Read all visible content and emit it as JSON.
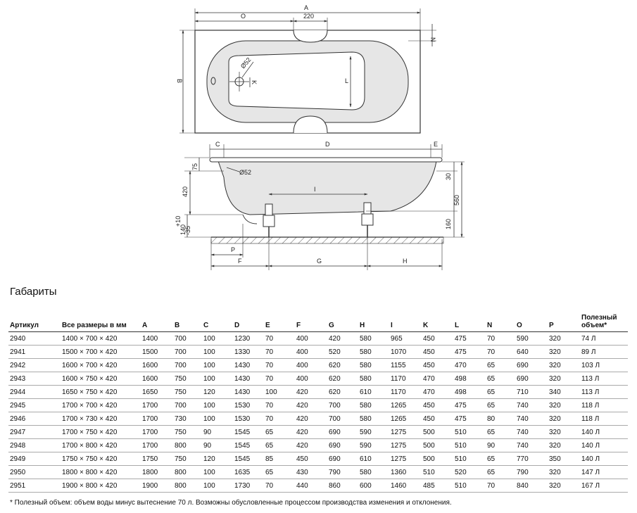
{
  "diagram": {
    "top_view": {
      "dim_A": "A",
      "dim_O": "O",
      "dim_220": "220",
      "dim_N": "N",
      "dim_B": "B",
      "dim_K": "K",
      "dim_L": "L",
      "dim_phi52": "Ø52"
    },
    "side_view": {
      "dim_C": "C",
      "dim_D": "D",
      "dim_E": "E",
      "dim_75": "75",
      "dim_phi52": "Ø52",
      "dim_420": "420",
      "dim_I": "I",
      "dim_30": "30",
      "dim_560": "560",
      "dim_140": "140",
      "dim_35": "-35",
      "dim_10": "+10",
      "dim_160": "160",
      "dim_P": "P",
      "dim_F": "F",
      "dim_G": "G",
      "dim_H": "H"
    }
  },
  "section_title": "Габариты",
  "table": {
    "headers": [
      "Артикул",
      "Все размеры в мм",
      "A",
      "B",
      "C",
      "D",
      "E",
      "F",
      "G",
      "H",
      "I",
      "K",
      "L",
      "N",
      "O",
      "P",
      "Полезный объем*"
    ],
    "rows": [
      [
        "2940",
        "1400 × 700 × 420",
        "1400",
        "700",
        "100",
        "1230",
        "70",
        "400",
        "420",
        "580",
        "965",
        "450",
        "475",
        "70",
        "590",
        "320",
        "74 Л"
      ],
      [
        "2941",
        "1500 × 700 × 420",
        "1500",
        "700",
        "100",
        "1330",
        "70",
        "400",
        "520",
        "580",
        "1070",
        "450",
        "475",
        "70",
        "640",
        "320",
        "89 Л"
      ],
      [
        "2942",
        "1600 × 700 × 420",
        "1600",
        "700",
        "100",
        "1430",
        "70",
        "400",
        "620",
        "580",
        "1155",
        "450",
        "470",
        "65",
        "690",
        "320",
        "103 Л"
      ],
      [
        "2943",
        "1600 × 750 × 420",
        "1600",
        "750",
        "100",
        "1430",
        "70",
        "400",
        "620",
        "580",
        "1170",
        "470",
        "498",
        "65",
        "690",
        "320",
        "113 Л"
      ],
      [
        "2944",
        "1650 × 750 × 420",
        "1650",
        "750",
        "120",
        "1430",
        "100",
        "420",
        "620",
        "610",
        "1170",
        "470",
        "498",
        "65",
        "710",
        "340",
        "113 Л"
      ],
      [
        "2945",
        "1700 × 700 × 420",
        "1700",
        "700",
        "100",
        "1530",
        "70",
        "420",
        "700",
        "580",
        "1265",
        "450",
        "475",
        "65",
        "740",
        "320",
        "118 Л"
      ],
      [
        "2946",
        "1700 × 730 × 420",
        "1700",
        "730",
        "100",
        "1530",
        "70",
        "420",
        "700",
        "580",
        "1265",
        "450",
        "475",
        "80",
        "740",
        "320",
        "118 Л"
      ],
      [
        "2947",
        "1700 × 750 × 420",
        "1700",
        "750",
        "90",
        "1545",
        "65",
        "420",
        "690",
        "590",
        "1275",
        "500",
        "510",
        "65",
        "740",
        "320",
        "140 Л"
      ],
      [
        "2948",
        "1700 × 800 × 420",
        "1700",
        "800",
        "90",
        "1545",
        "65",
        "420",
        "690",
        "590",
        "1275",
        "500",
        "510",
        "90",
        "740",
        "320",
        "140 Л"
      ],
      [
        "2949",
        "1750 × 750 × 420",
        "1750",
        "750",
        "120",
        "1545",
        "85",
        "450",
        "690",
        "610",
        "1275",
        "500",
        "510",
        "65",
        "770",
        "350",
        "140 Л"
      ],
      [
        "2950",
        "1800 × 800 × 420",
        "1800",
        "800",
        "100",
        "1635",
        "65",
        "430",
        "790",
        "580",
        "1360",
        "510",
        "520",
        "65",
        "790",
        "320",
        "147 Л"
      ],
      [
        "2951",
        "1900 × 800 × 420",
        "1900",
        "800",
        "100",
        "1730",
        "70",
        "440",
        "860",
        "600",
        "1460",
        "485",
        "510",
        "70",
        "840",
        "320",
        "167 Л"
      ]
    ]
  },
  "footnote": "* Полезный объем: объем воды минус вытеснение 70 л.  Возможны обусловленные процессом производства изменения и отклонения."
}
